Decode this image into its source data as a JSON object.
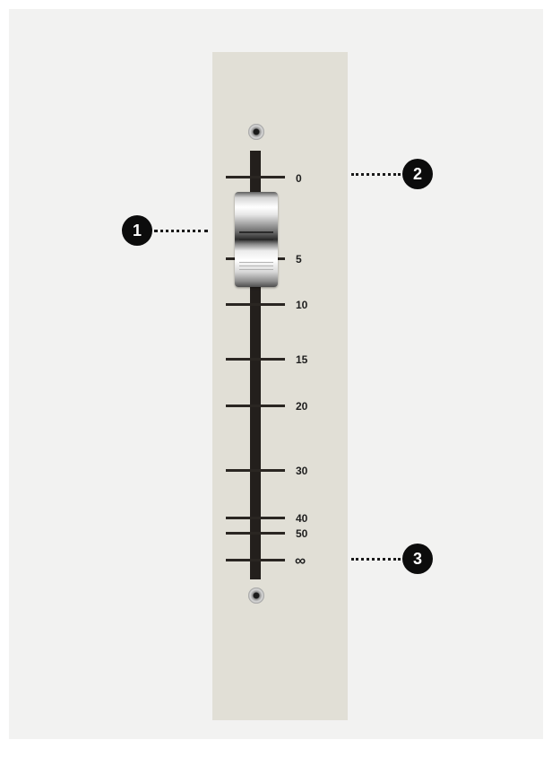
{
  "fader": {
    "scale_labels": [
      "0",
      "5",
      "10",
      "15",
      "20",
      "30",
      "40",
      "50",
      "∞"
    ],
    "level_db": "5"
  },
  "callouts": [
    {
      "number": "1",
      "target": "fader-knob"
    },
    {
      "number": "2",
      "target": "top-end-mark"
    },
    {
      "number": "3",
      "target": "infinity-mark"
    }
  ],
  "colors": {
    "background": "#f2f2f1",
    "panel": "#e1dfd6",
    "track": "#231f1c",
    "badge": "#0c0c0c"
  }
}
